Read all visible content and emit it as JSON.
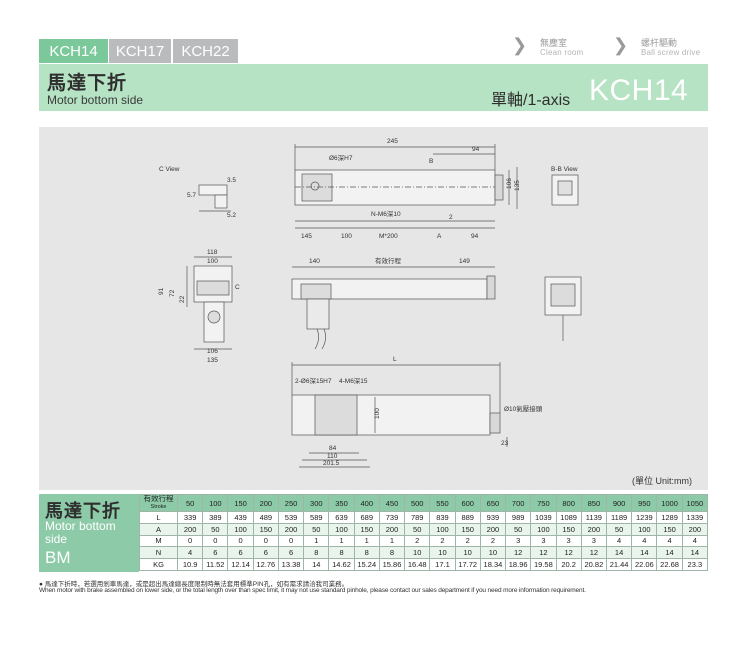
{
  "tabs": [
    {
      "label": "KCH14",
      "active": true
    },
    {
      "label": "KCH17",
      "active": false
    },
    {
      "label": "KCH22",
      "active": false
    }
  ],
  "nav": {
    "item1_zh": "無塵室",
    "item1_en": "Clean room",
    "item2_zh": "螺杆驅動",
    "item2_en": "Ball screw drive"
  },
  "header": {
    "title_zh": "馬達下折",
    "title_en": "Motor bottom side",
    "axis": "單軸/1-axis",
    "model": "KCH14"
  },
  "drawing": {
    "labels": {
      "c_view": "C View",
      "b_view": "B-B View",
      "dim_245": "245",
      "dim_94": "94",
      "dim_hole": "Ø6深H7",
      "dim_bolt": "N-M6深10",
      "dim_145": "145",
      "dim_100": "100",
      "dim_m200": "M*200",
      "dim_a": "A",
      "dim_94b": "94",
      "dim_2": "2",
      "dim_106": "106",
      "dim_135": "135",
      "dim_35": "3.5",
      "dim_57": "5.7",
      "dim_52": "5.2",
      "dim_118": "118",
      "dim_100b": "100",
      "dim_91": "91",
      "dim_72": "72",
      "dim_22": "22",
      "dim_106b": "106",
      "dim_135b": "135",
      "dim_140": "140",
      "dim_stroke": "有效行程",
      "dim_149": "149",
      "label_c": "C",
      "label_b": "B",
      "dim_l": "L",
      "dim_pin": "2-Ø6深15H7",
      "dim_m6": "4-M6深15",
      "dim_84": "84",
      "dim_110": "110",
      "dim_2015": "201.5",
      "dim_100c": "100",
      "dim_23": "23",
      "dim_connector": "Ø10氣壓接頭"
    },
    "unit_note": "(單位 Unit:mm)"
  },
  "spec": {
    "side_title_zh": "馬達下折",
    "side_title_en": "Motor bottom side",
    "side_code": "BM",
    "header_label_zh": "有效行程",
    "header_label_en": "Stroke",
    "strokes": [
      "50",
      "100",
      "150",
      "200",
      "250",
      "300",
      "350",
      "400",
      "450",
      "500",
      "550",
      "600",
      "650",
      "700",
      "750",
      "800",
      "850",
      "900",
      "950",
      "1000",
      "1050"
    ],
    "rows": [
      {
        "label": "L",
        "values": [
          "339",
          "389",
          "439",
          "489",
          "539",
          "589",
          "639",
          "689",
          "739",
          "789",
          "839",
          "889",
          "939",
          "989",
          "1039",
          "1089",
          "1139",
          "1189",
          "1239",
          "1289",
          "1339"
        ]
      },
      {
        "label": "A",
        "values": [
          "200",
          "50",
          "100",
          "150",
          "200",
          "50",
          "100",
          "150",
          "200",
          "50",
          "100",
          "150",
          "200",
          "50",
          "100",
          "150",
          "200",
          "50",
          "100",
          "150",
          "200"
        ]
      },
      {
        "label": "M",
        "values": [
          "0",
          "0",
          "0",
          "0",
          "0",
          "1",
          "1",
          "1",
          "1",
          "2",
          "2",
          "2",
          "2",
          "3",
          "3",
          "3",
          "3",
          "4",
          "4",
          "4",
          "4"
        ]
      },
      {
        "label": "N",
        "values": [
          "4",
          "6",
          "6",
          "6",
          "6",
          "8",
          "8",
          "8",
          "8",
          "10",
          "10",
          "10",
          "10",
          "12",
          "12",
          "12",
          "12",
          "14",
          "14",
          "14",
          "14"
        ]
      },
      {
        "label": "KG",
        "values": [
          "10.9",
          "11.52",
          "12.14",
          "12.76",
          "13.38",
          "14",
          "14.62",
          "15.24",
          "15.86",
          "16.48",
          "17.1",
          "17.72",
          "18.34",
          "18.96",
          "19.58",
          "20.2",
          "20.82",
          "21.44",
          "22.06",
          "22.68",
          "23.3"
        ]
      }
    ]
  },
  "notes": {
    "zh": "● 馬達下折時，若選用剎車馬達，或是超出馬達總長度限制時無法套用標準PIN孔，如有需求請洽我司業務。",
    "en": "When motor with brake assembled on lower side, or the total length over than spec limit, it may not use standard pinhole, please contact our sales department if you need more information requirement."
  },
  "colors": {
    "accent": "#7bc89a",
    "band": "#b6e3c4",
    "table_header": "#8ccaa8",
    "tab_inactive": "#b9bbbd",
    "drawing_bg": "#e6e6e6"
  }
}
